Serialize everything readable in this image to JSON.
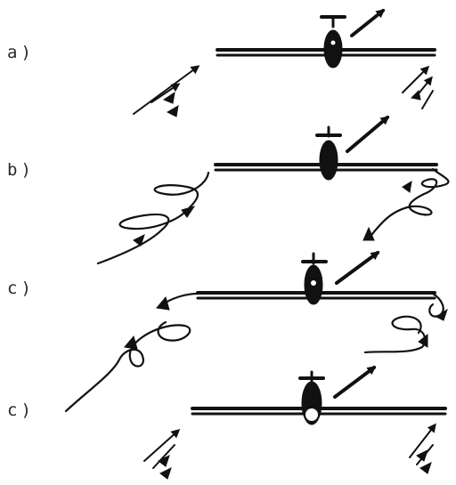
{
  "panels": [
    {
      "label": "a)"
    },
    {
      "label": "b)"
    },
    {
      "label": "c)"
    },
    {
      "label": "c)"
    }
  ]
}
